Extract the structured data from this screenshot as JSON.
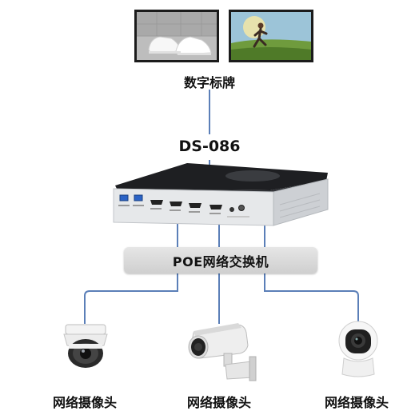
{
  "signage": {
    "label": "数字标牌"
  },
  "device": {
    "model": "DS-086"
  },
  "switch": {
    "label": "POE网络交换机"
  },
  "cameras": [
    {
      "label": "网络摄像头"
    },
    {
      "label": "网络摄像头"
    },
    {
      "label": "网络摄像头"
    }
  ],
  "colors": {
    "connector": "#5b7fb8",
    "label": "#111111",
    "switch_fill": "#d9d9d9"
  }
}
